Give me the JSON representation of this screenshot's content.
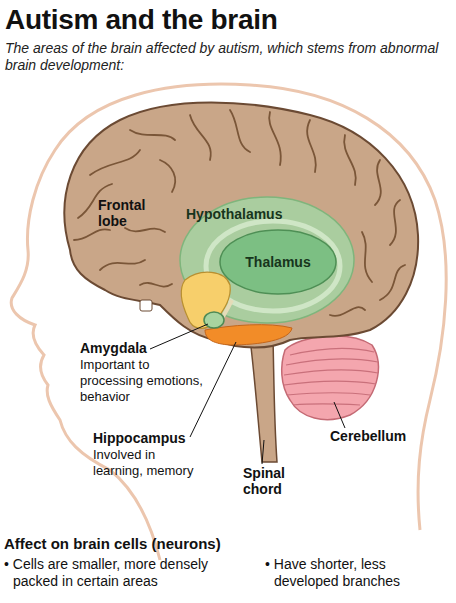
{
  "diagram": {
    "title": "Autism and the brain",
    "nodes": [
      {
        "text": [
          "Hypothalamus"
        ]
      },
      {
        "text": [
          "Thalamus"
        ],
        "in": 0
      }
    ],
    "labels": [
      "The areas of the brain affected by autism, which stems from abnormal brain development:",
      "Frontal lobe",
      "Amygdala",
      "Important to processing emotions, behavior",
      "Hippocampus",
      "Involved in learning, memory",
      "Cerebellum",
      "Spinal chord",
      "Affect on brain cells (neurons)",
      "• Cells are smaller, more densely packed in certain areas",
      "• Have shorter, less developed branches"
    ]
  }
}
